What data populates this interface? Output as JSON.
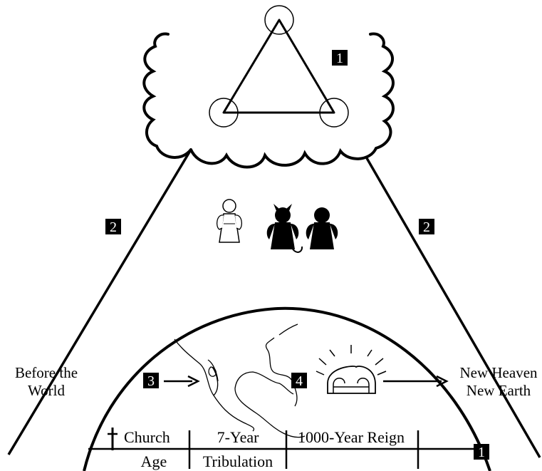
{
  "badges": {
    "heaven": "1",
    "left_side": "2",
    "right_side": "2",
    "earth_history": "3",
    "earth_future": "4",
    "earth_right": "1"
  },
  "labels": {
    "before_line1": "Before the",
    "before_line2": "World",
    "new_heaven": "New Heaven",
    "new_earth": "New Earth"
  },
  "timeline": {
    "church": "Church",
    "age": "Age",
    "seven_year": "7-Year",
    "tribulation": "Tribulation",
    "reign": "1000-Year Reign"
  },
  "colors": {
    "ink": "#000000",
    "paper": "#ffffff"
  }
}
